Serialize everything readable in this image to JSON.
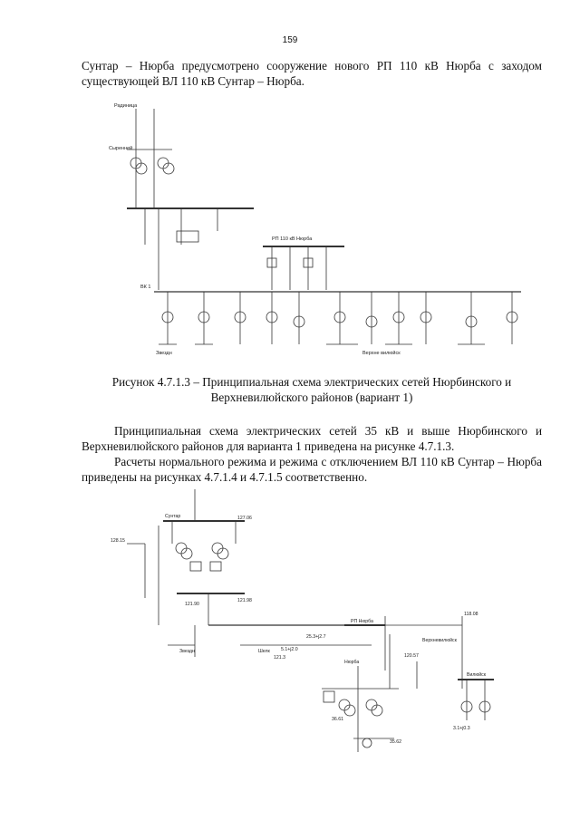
{
  "page_number": "159",
  "intro_text": "Сунтар – Нюрба предусмотрено сооружение нового РП 110 кВ Нюрба с заходом существующей ВЛ 110 кВ Сунтар – Нюрба.",
  "figure_1": {
    "labels": {
      "top": "Радиница",
      "left_sub": "Сыренней",
      "rp": "РП 110 кВ Нюрба",
      "bus_left": "ВК 1",
      "sub_a": "Звездн",
      "sub_b": "Верхне вилюйск"
    }
  },
  "caption": "Рисунок 4.7.1.3 – Принципиальная схема электрических сетей Нюрбинского и Верхневилюйского районов (вариант 1)",
  "body_para_1": "Принципиальная схема электрических сетей 35 кВ и выше Нюрбинского и Верхневилюйского районов для варианта 1 приведена на рисунке 4.7.1.3.",
  "body_para_2": "Расчеты нормального режима и режима с отключением ВЛ 110 кВ Сунтар – Нюрба приведены на рисунках 4.7.1.4 и 4.7.1.5 соответственно.",
  "figure_2": {
    "labels": {
      "suntar": "Сунтар",
      "v_127": "127.06",
      "v_128": "128.15",
      "v_121": "121.90",
      "v_121b": "121.98",
      "rp_nurba": "РП Нюрба",
      "nurba": "Нюрба",
      "v_118": "118.08",
      "verkhnevil": "Верхневилюйск",
      "vilyuisk": "Вилюйск",
      "zvezdn": "Звездн",
      "shelk": "Шелк",
      "v_121_3": "121.3",
      "v_120": "120.57",
      "v_35": "36.61",
      "v_35b": "35.62",
      "v_5_1": "5.1+j2.0",
      "v_25": "25.3+j2.7",
      "v_31": "3.1+j0.3"
    }
  }
}
